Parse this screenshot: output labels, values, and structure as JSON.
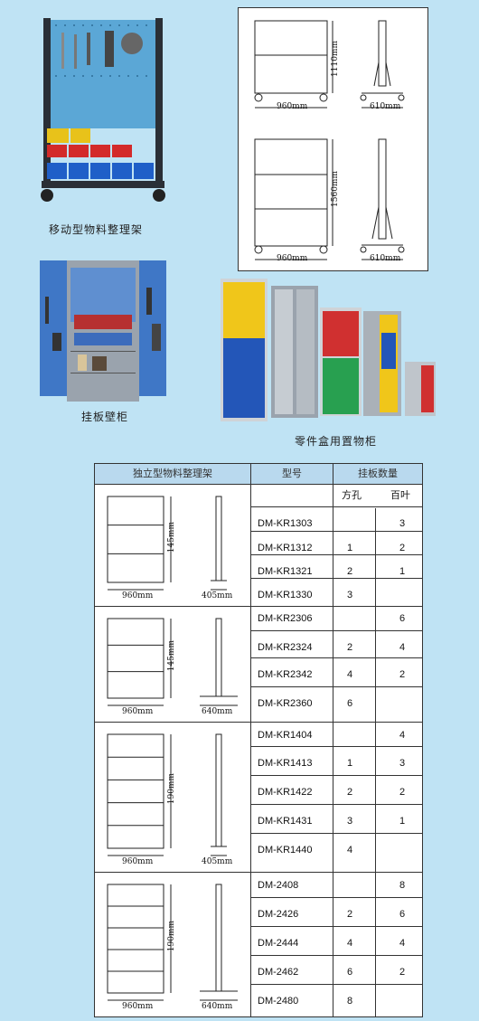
{
  "captions": {
    "mobile_rack": "移动型物料整理架",
    "wall_cabinet": "挂板壁柜",
    "parts_cabinet": "零件盒用置物柜"
  },
  "drawings": {
    "top": {
      "width": "960mm",
      "height": "1110mm",
      "depth": "610mm"
    },
    "bottom": {
      "width": "960mm",
      "height": "1560mm",
      "depth": "610mm"
    }
  },
  "table": {
    "headers": {
      "category": "独立型物料整理架",
      "model": "型号",
      "panels": "挂板数量"
    },
    "subheaders": {
      "square_hole": "方孔",
      "louver": "百叶"
    },
    "groups": [
      {
        "width": "960mm",
        "height": "145mm",
        "depth": "405mm",
        "rows": [
          {
            "model": "DM-KR1303",
            "square": "",
            "louver": "3"
          },
          {
            "model": "DM-KR1312",
            "square": "1",
            "louver": "2"
          },
          {
            "model": "DM-KR1321",
            "square": "2",
            "louver": "1"
          },
          {
            "model": "DM-KR1330",
            "square": "3",
            "louver": ""
          }
        ]
      },
      {
        "width": "960mm",
        "height": "145mm",
        "depth": "640mm",
        "rows": [
          {
            "model": "DM-KR2306",
            "square": "",
            "louver": "6"
          },
          {
            "model": "DM-KR2324",
            "square": "2",
            "louver": "4"
          },
          {
            "model": "DM-KR2342",
            "square": "4",
            "louver": "2"
          },
          {
            "model": "DM-KR2360",
            "square": "6",
            "louver": ""
          }
        ]
      },
      {
        "width": "960mm",
        "height": "190mm",
        "depth": "405mm",
        "rows": [
          {
            "model": "DM-KR1404",
            "square": "",
            "louver": "4"
          },
          {
            "model": "DM-KR1413",
            "square": "1",
            "louver": "3"
          },
          {
            "model": "DM-KR1422",
            "square": "2",
            "louver": "2"
          },
          {
            "model": "DM-KR1431",
            "square": "3",
            "louver": "1"
          },
          {
            "model": "DM-KR1440",
            "square": "4",
            "louver": ""
          }
        ]
      },
      {
        "width": "960mm",
        "height": "190mm",
        "depth": "640mm",
        "rows": [
          {
            "model": "DM-2408",
            "square": "",
            "louver": "8"
          },
          {
            "model": "DM-2426",
            "square": "2",
            "louver": "6"
          },
          {
            "model": "DM-2444",
            "square": "4",
            "louver": "4"
          },
          {
            "model": "DM-2462",
            "square": "6",
            "louver": "2"
          },
          {
            "model": "DM-2480",
            "square": "8",
            "louver": ""
          }
        ]
      }
    ]
  }
}
